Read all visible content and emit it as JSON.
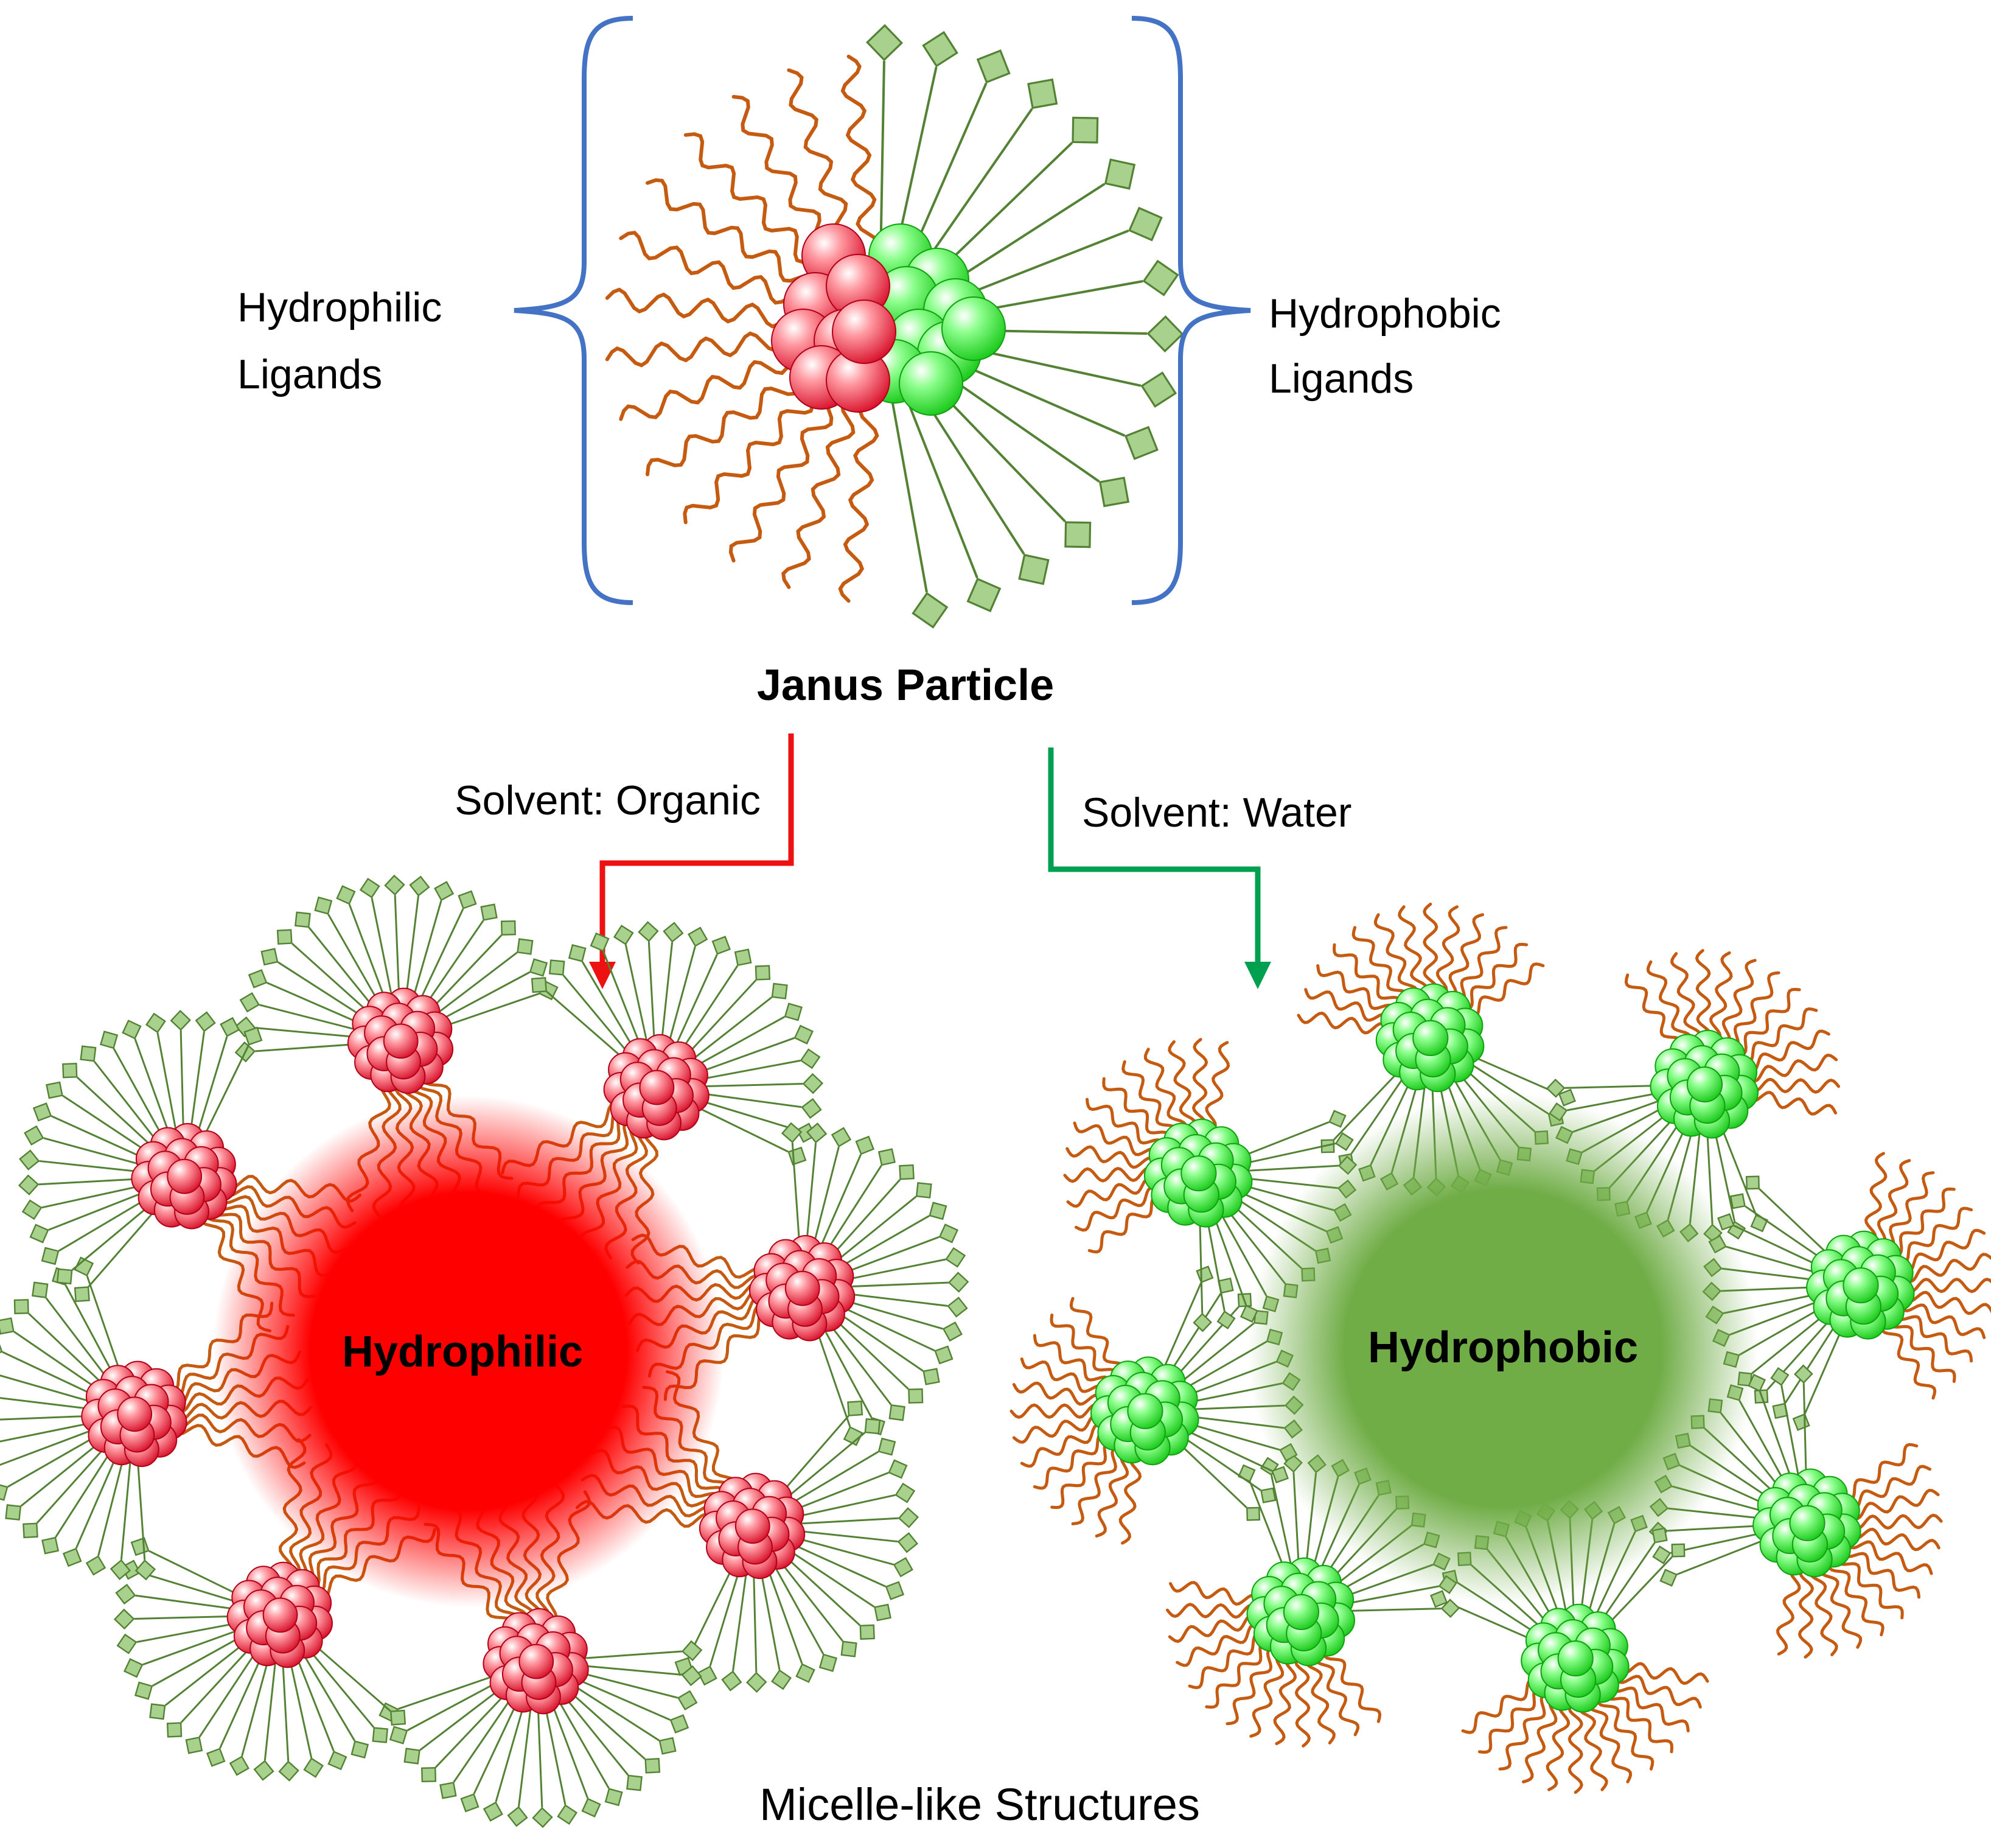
{
  "labels": {
    "hydrophilic_ligands_line1": "Hydrophilic",
    "hydrophilic_ligands_line2": "Ligands",
    "hydrophobic_ligands_line1": "Hydrophobic",
    "hydrophobic_ligands_line2": "Ligands",
    "janus_particle": "Janus Particle",
    "solvent_organic": "Solvent: Organic",
    "solvent_water": "Solvent: Water",
    "core_left": "Hydrophilic",
    "core_right": "Hydrophobic",
    "caption": "Micelle-like Structures"
  },
  "colors": {
    "bracket": "#4472c4",
    "hydrophilic_ligand": "#c55a11",
    "hydrophobic_ligand": "#548235",
    "hydrophobic_head_fill": "#a9d18e",
    "red_particle": "#e8192c",
    "green_particle": "#22dd22",
    "arrow_organic": "#ee1111",
    "arrow_water": "#00a050",
    "core_hydrophilic": "#ff0000",
    "core_hydrophobic": "#70ad47"
  },
  "micelles": {
    "left_particle_count": 8,
    "right_particle_count": 8
  }
}
